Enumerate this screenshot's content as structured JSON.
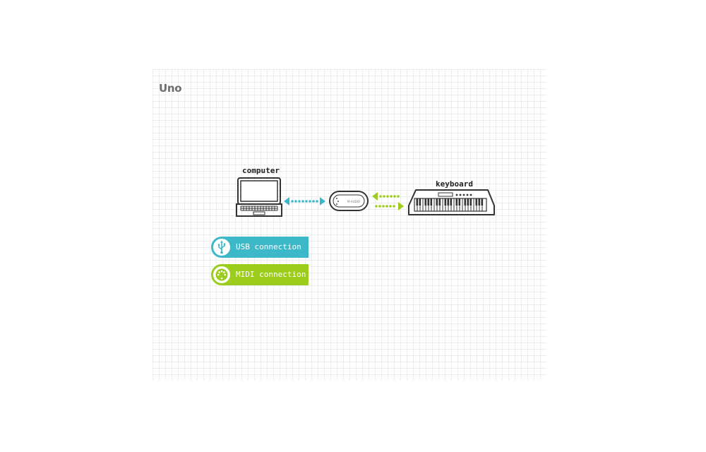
{
  "title": "Uno",
  "devices": {
    "computer": "computer",
    "keyboard": "keyboard",
    "interface": "M-AUDIO"
  },
  "legend": {
    "usb": {
      "label": "USB connection",
      "icon": "usb-icon"
    },
    "midi": {
      "label": "MIDI connection",
      "icon": "midi-din-icon"
    }
  },
  "colors": {
    "usb": "#3db8c9",
    "midi": "#9ccc1c",
    "outline": "#333333"
  }
}
